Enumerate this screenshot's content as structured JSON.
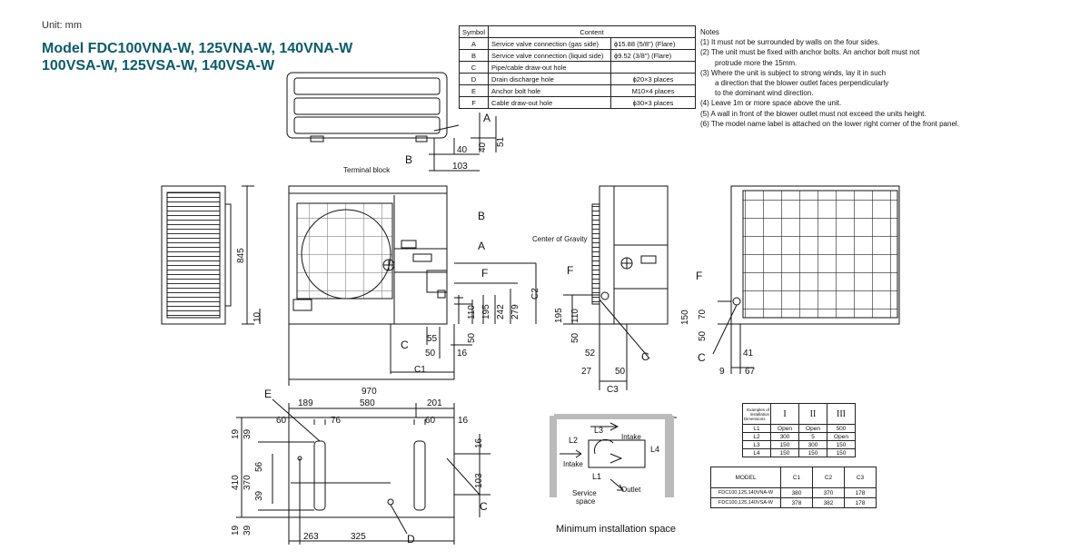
{
  "unit_label": "Unit: mm",
  "model_line1": "Model FDC100VNA-W, 125VNA-W, 140VNA-W",
  "model_line2": "100VSA-W, 125VSA-W, 140VSA-W",
  "symbol_table": {
    "headers": [
      "Symbol",
      "Content"
    ],
    "rows": [
      {
        "symbol": "A",
        "content": "Service valve connection (gas side)",
        "value": "ϕ15.88 (5/8\") (Flare)"
      },
      {
        "symbol": "B",
        "content": "Service valve connection (liquid side)",
        "value": "ϕ9.52 (3/8\") (Flare)"
      },
      {
        "symbol": "C",
        "content": "Pipe/cable draw-out hole",
        "value": ""
      },
      {
        "symbol": "D",
        "content": "Drain discharge hole",
        "value": "ϕ20×3 places"
      },
      {
        "symbol": "E",
        "content": "Anchor bolt hole",
        "value": "M10×4 places"
      },
      {
        "symbol": "F",
        "content": "Cable draw-out hole",
        "value": "ϕ30×3 places"
      }
    ]
  },
  "notes": {
    "title": "Notes",
    "items": [
      "(1) It must not be surrounded by walls on the four sides.",
      "(2) The unit must be fixed with anchor bolts. An anchor bolt must not",
      "      protrude more the 15mm.",
      "(3) Where the unit is subject to strong winds, lay it in such",
      "      a direction that the blower outlet faces perpendicularly",
      "      to the dominant wind direction.",
      "(4) Leave 1m or more space above the unit.",
      "(5) A wall in front of the blower outlet must not exceed the units height.",
      "(6) The model name label is attached on the lower right corner of the front panel."
    ]
  },
  "labels": {
    "terminal_block": "Terminal block",
    "center_of_gravity": "Center of Gravity",
    "min_space_title": "Minimum installation space",
    "intake": "Intake",
    "outlet": "Outlet",
    "service_space_1": "Service",
    "service_space_2": "space",
    "L1": "L1",
    "L2": "L2",
    "L3": "L3",
    "L4": "L4",
    "A": "A",
    "B": "B",
    "C": "C",
    "D": "D",
    "E": "E",
    "F": "F",
    "C1": "C1",
    "C2": "C2",
    "C3": "C3"
  },
  "dims": {
    "d51": "51",
    "d40a": "40",
    "d40b": "40",
    "d103a": "103",
    "d845": "845",
    "d10": "10",
    "d970": "970",
    "d110": "110",
    "d195": "195",
    "d242": "242",
    "d279": "279",
    "d55": "55",
    "d50a": "50",
    "d16a": "16",
    "d50b": "50",
    "d195s": "195",
    "d110s": "110",
    "d50s": "50",
    "d52": "52",
    "d27": "27",
    "d50t": "50",
    "d150": "150",
    "d70": "70",
    "d50r": "50",
    "d41": "41",
    "d9": "9",
    "d67": "67",
    "d189": "189",
    "d580": "580",
    "d201": "201",
    "d60a": "60",
    "d76": "76",
    "d60b": "60",
    "d16b": "16",
    "d19a": "19",
    "d39a": "39",
    "d56": "56",
    "d410": "410",
    "d370": "370",
    "d39b": "39",
    "d19b": "19",
    "d39c": "39",
    "d16c": "16",
    "d103b": "103",
    "d263": "263",
    "d325": "325"
  },
  "space_table": {
    "corner_top": "Examples of installation",
    "corner_bottom": "Dimensions",
    "columns": [
      "I",
      "II",
      "III"
    ],
    "rows": [
      {
        "label": "L1",
        "values": [
          "Open",
          "Open",
          "500"
        ]
      },
      {
        "label": "L2",
        "values": [
          "300",
          "5",
          "Open"
        ]
      },
      {
        "label": "L3",
        "values": [
          "150",
          "300",
          "150"
        ]
      },
      {
        "label": "L4",
        "values": [
          "150",
          "150",
          "150"
        ]
      }
    ]
  },
  "model_table": {
    "headers": [
      "MODEL",
      "C1",
      "C2",
      "C3"
    ],
    "rows": [
      {
        "model": "FDC100,125,140VNA-W",
        "c1": "380",
        "c2": "370",
        "c3": "178"
      },
      {
        "model": "FDC100,125,140VSA-W",
        "c1": "378",
        "c2": "382",
        "c3": "178"
      }
    ]
  }
}
